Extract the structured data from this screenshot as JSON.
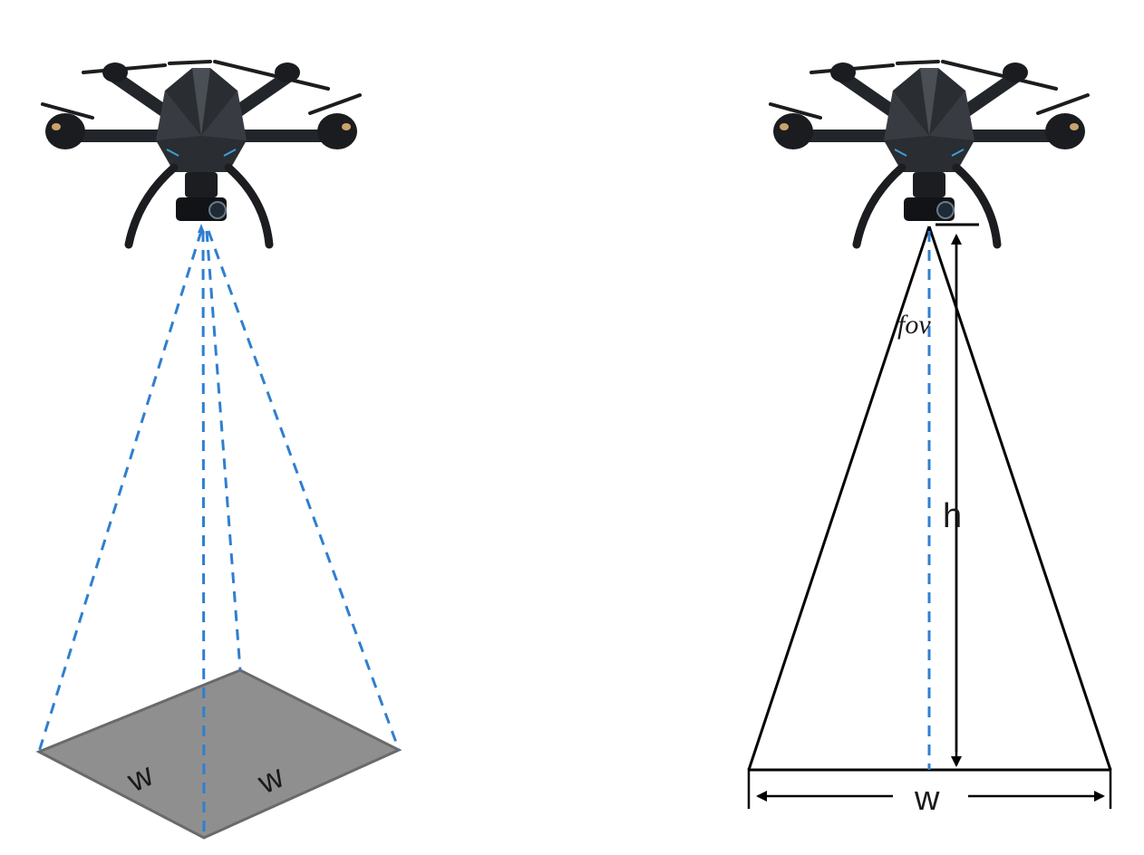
{
  "left_panel": {
    "label_w1": "w",
    "label_w2": "w"
  },
  "right_panel": {
    "label_fov": "fov",
    "label_h": "h",
    "label_w": "w"
  },
  "colors": {
    "ray_blue": "#2f7fd0",
    "ground": "#8f8f8f",
    "ground_edge": "#6a6a6a",
    "drone_body": "#2a2d31",
    "drone_dark": "#111316",
    "line": "#000000"
  }
}
